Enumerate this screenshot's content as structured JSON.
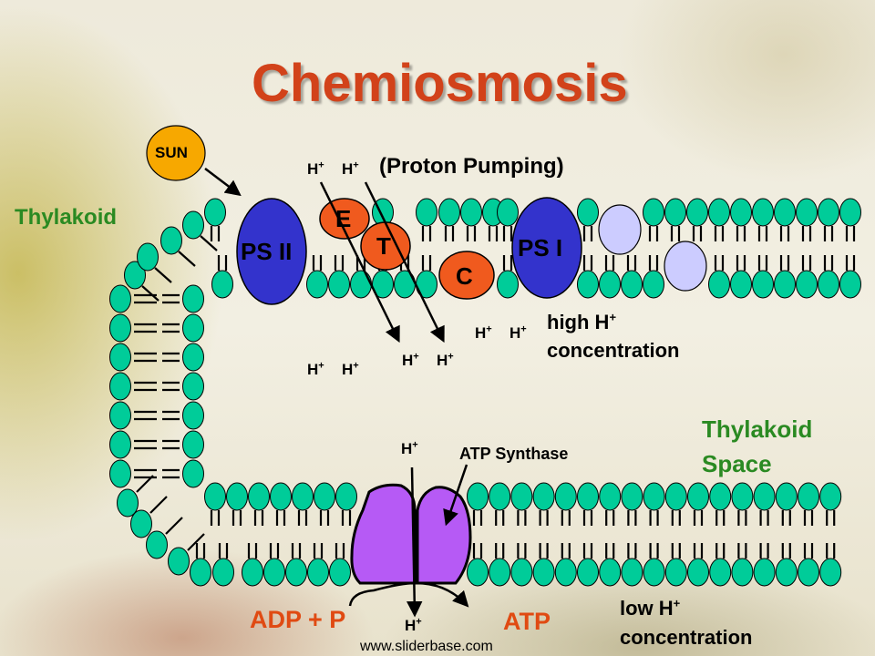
{
  "title": "Chemiosmosis",
  "labels": {
    "sun": "SUN",
    "thylakoid": "Thylakoid",
    "proton_pumping": "(Proton Pumping)",
    "ps2": "PS II",
    "ps1": "PS I",
    "e": "E",
    "t": "T",
    "c": "C",
    "high_h_line1": "high H",
    "high_h_line2": "concentration",
    "thylakoid_space_line1": "Thylakoid",
    "thylakoid_space_line2": "Space",
    "atp_synthase": "ATP Synthase",
    "adp_p": "ADP + P",
    "atp": "ATP",
    "low_h_line1": "low H",
    "low_h_line2": "concentration",
    "watermark": "www.sliderbase.com",
    "h": "H",
    "plus": "+"
  },
  "colors": {
    "title": "#d2421a",
    "green_label": "#2a8a22",
    "orange_label": "#e04a12",
    "lipid_head": "#00cc99",
    "photosystem": "#3333cc",
    "carrier": "#f05a1e",
    "sun": "#f7a800",
    "lavender": "#ccccff",
    "atp_synthase": "#b65af5"
  }
}
